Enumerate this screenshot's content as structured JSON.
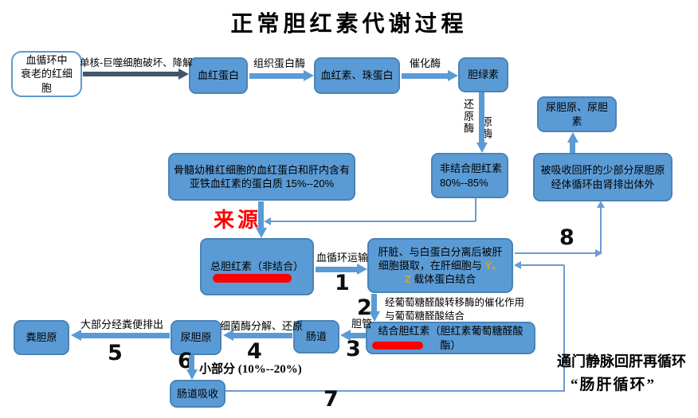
{
  "title": "正常胆红素代谢过程",
  "nodes": {
    "old_rbc": {
      "line1": "血循环中",
      "line2": "衰老的红细胞"
    },
    "hemoglobin": {
      "label": "血红蛋白"
    },
    "heme_globin": {
      "label": "血红素、珠蛋白"
    },
    "biliverdin": {
      "label": "胆绿素"
    },
    "unconj_bilirubin": {
      "line1": "非结合胆红素",
      "line2": "80%--85%"
    },
    "urobilinogen_urobilin": {
      "label": "尿胆原、尿胆素"
    },
    "reabsorbed": {
      "line1": "被吸收回肝的少部分尿胆原",
      "line2": "经体循环由肾排出体外"
    },
    "marrow": {
      "line1": "骨髓幼稚红细胞的血红蛋白和肝内含有",
      "line2": "亚铁血红素的蛋白质 15%--20%"
    },
    "total_bilirubin": {
      "label": "总胆红素（非结合）"
    },
    "liver": {
      "pre": "肝脏、与白蛋白分离后被肝细胞摄取，在肝细胞与 ",
      "yz": "Y、Z",
      "post": " 载体蛋白结合"
    },
    "conj_bilirubin": {
      "label": "结合胆红素（胆红素葡萄糖醛酸酯）"
    },
    "intestine": {
      "label": "肠道"
    },
    "urobilinogen": {
      "label": "尿胆原"
    },
    "fecal_urobilinogen": {
      "label": "粪胆原"
    },
    "intestinal_absorption": {
      "label": "肠道吸收"
    }
  },
  "edge_labels": {
    "monocyte": "单核-巨噬细胞破坏、降解",
    "tissue_protease": "组织蛋白酶",
    "catalase": "催化酶",
    "reductase": "还原酶",
    "reductase_overlap": "原酶",
    "blood_transport": "血循环运输",
    "glucuronide_line1": "经葡萄糖醛酸转移酶的催化作用",
    "glucuronide_line2": "与葡萄糖醛酸结合",
    "bile_duct": "胆管",
    "bacteria": "细菌酶分解、还原",
    "feces": "大部分经粪便排出",
    "small_part": "小部分 (10%--20%)"
  },
  "step_numbers": {
    "n1": "1",
    "n2": "2",
    "n3": "3",
    "n4": "4",
    "n5": "5",
    "n6": "6",
    "n7": "7",
    "n8": "8"
  },
  "annotations": {
    "source": "来源",
    "portal_line1": "通门静脉回肝再循环",
    "portal_line2": "“肠肝循环”"
  },
  "colors": {
    "box_fill": "#5b9bd5",
    "box_border": "#4a83b8",
    "dark_arrow": "#44546a",
    "thin_line": "#6b9bd2",
    "underline_red": "#fe0000",
    "yz_highlight": "#d9a520"
  }
}
